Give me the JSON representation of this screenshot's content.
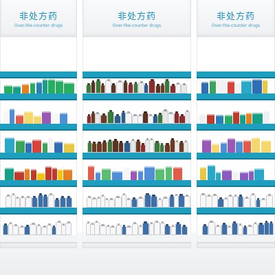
{
  "colors": {
    "accent": "#1e9fc0",
    "title": "#1c8fc2"
  },
  "units": [
    {
      "title": "非处方药",
      "subtitle": "Over-the-counter drugs"
    },
    {
      "title": "非处方药",
      "subtitle": "Over-the-counter drugs"
    },
    {
      "title": "非处方药",
      "subtitle": "Over-the-counter drugs"
    }
  ]
}
